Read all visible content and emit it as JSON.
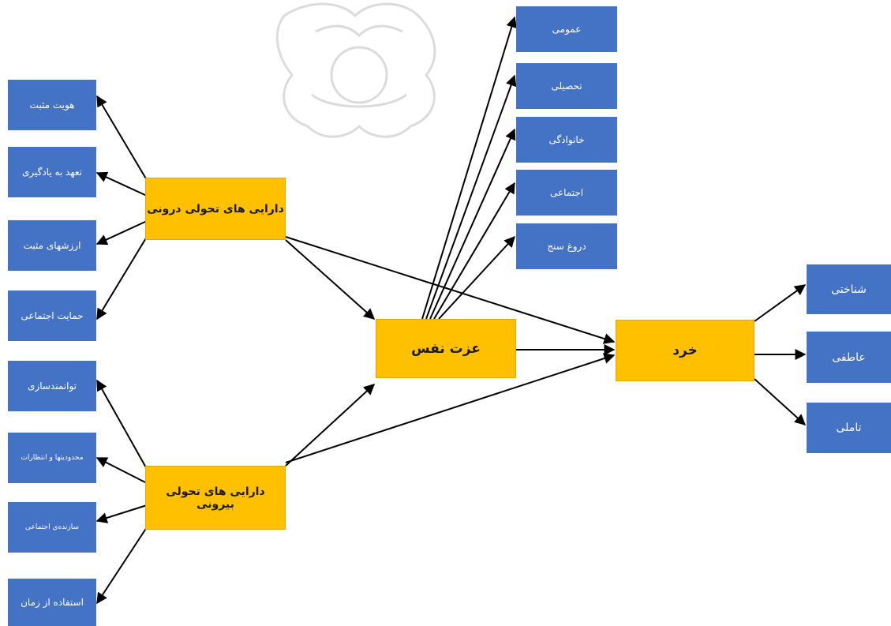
{
  "internal_assets": {
    "title": "دارایی های تحولی درونی",
    "children": [
      "هویت مثبت",
      "تعهد به یادگیری",
      "ارزشهای مثبت",
      "حمایت اجتماعی"
    ]
  },
  "external_assets": {
    "title": "دارایی های تحولی بیرونی",
    "children": [
      "توانمندسازی",
      "محدودیتها و انتظارات",
      "سازنده‌ی اجتماعی",
      "استفاده از زمان"
    ]
  },
  "self_esteem": {
    "title": "عزت نفس",
    "children": [
      "عمومی",
      "تحصیلی",
      "خانوادگی",
      "اجتماعی",
      "دروغ سنج"
    ]
  },
  "wisdom": {
    "title": "خرد",
    "children": [
      "شناختی",
      "عاطفی",
      "تاملی"
    ]
  },
  "colors": {
    "leaf_box": "#4472C4",
    "construct_box": "#FFC000",
    "arrow": "#000000",
    "watermark": "#c8c8c8"
  }
}
